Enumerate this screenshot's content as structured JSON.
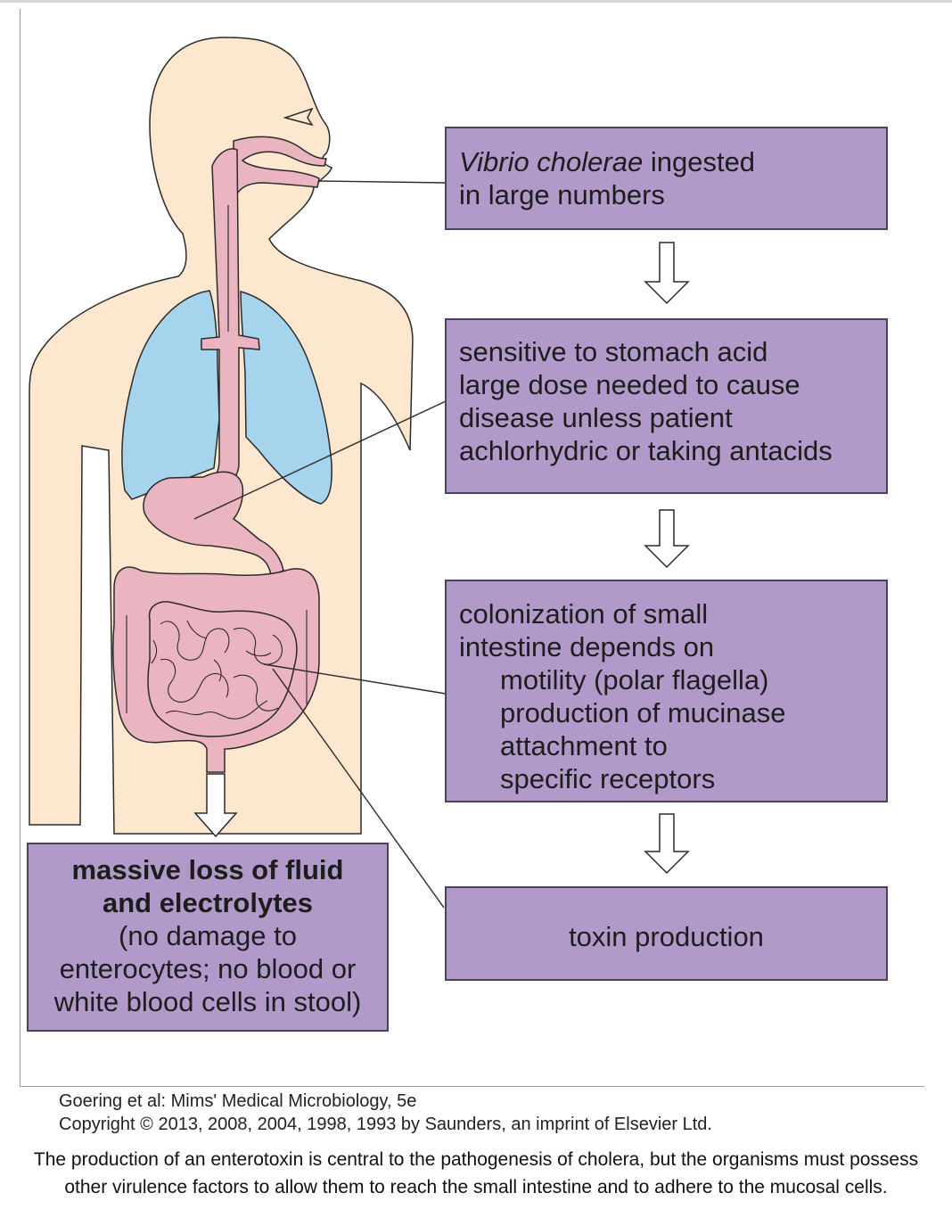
{
  "colors": {
    "box_fill": "#b19ac9",
    "box_border": "#4e3f5c",
    "skin": "#fde8cf",
    "lungs": "#a6d4ec",
    "digestive_tract": "#eab4c0",
    "outline": "#2b2b2b"
  },
  "boxes": {
    "ingested": {
      "italic_part": "Vibrio cholerae",
      "line1_rest": " ingested",
      "line2": "in large numbers"
    },
    "acid": {
      "lines": [
        "sensitive to stomach acid",
        "large dose needed to cause",
        "disease unless patient",
        "achlorhydric or taking antacids"
      ]
    },
    "colonization": {
      "lines": [
        "colonization of small",
        "intestine depends on"
      ],
      "sub_lines": [
        "motility (polar flagella)",
        "production of mucinase",
        "attachment to",
        "specific receptors"
      ]
    },
    "toxin": {
      "text": "toxin production"
    },
    "outcome": {
      "bold_lines": [
        "massive loss of fluid",
        "and electrolytes"
      ],
      "lines": [
        "(no damage to",
        "enterocytes; no blood or",
        "white blood cells in stool)"
      ]
    }
  },
  "source": {
    "line1": "Goering et al: Mims' Medical Microbiology, 5e",
    "line2": "Copyright © 2013, 2008, 2004, 1998, 1993 by Saunders, an imprint of Elsevier Ltd."
  },
  "caption": "The production of an enterotoxin is central to the pathogenesis of cholera, but the organisms must possess other virulence factors to allow them to reach the small intestine and to adhere to the mucosal cells."
}
